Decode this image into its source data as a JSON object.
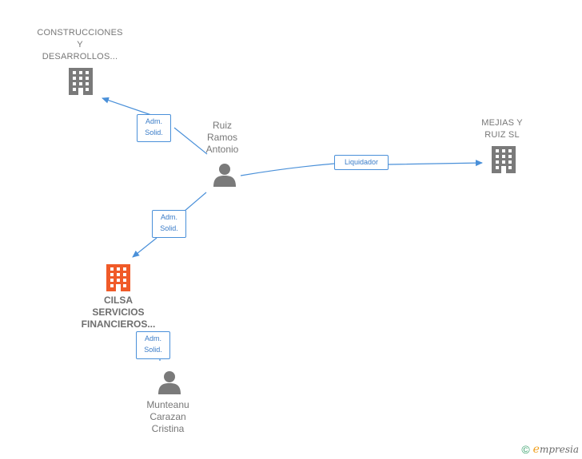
{
  "nodes": {
    "construcciones": {
      "label": "CONSTRUCCIONES\nY\nDESARROLLOS...",
      "type": "company",
      "color": "#7a7a7a"
    },
    "ruiz": {
      "label": "Ruiz\nRamos\nAntonio",
      "type": "person",
      "color": "#7a7a7a"
    },
    "mejias": {
      "label": "MEJIAS Y\nRUIZ  SL",
      "type": "company",
      "color": "#7a7a7a"
    },
    "cilsa": {
      "label": "CILSA\nSERVICIOS\nFINANCIEROS...",
      "type": "company-focus",
      "color": "#f05a28"
    },
    "munteanu": {
      "label": "Munteanu\nCarazan\nCristina",
      "type": "person",
      "color": "#7a7a7a"
    }
  },
  "edges": {
    "ruiz_construcciones": {
      "label": "Adm.\nSolid."
    },
    "ruiz_mejias": {
      "label": "Liquidador"
    },
    "ruiz_cilsa": {
      "label": "Adm.\nSolid."
    },
    "munteanu_cilsa": {
      "label": "Adm.\nSolid."
    }
  },
  "colors": {
    "edge": "#4a90d9",
    "icon": "#7a7a7a",
    "accent": "#f05a28"
  },
  "footer": {
    "copyright": "©",
    "brand_initial": "e",
    "brand_rest": "mpresia"
  }
}
